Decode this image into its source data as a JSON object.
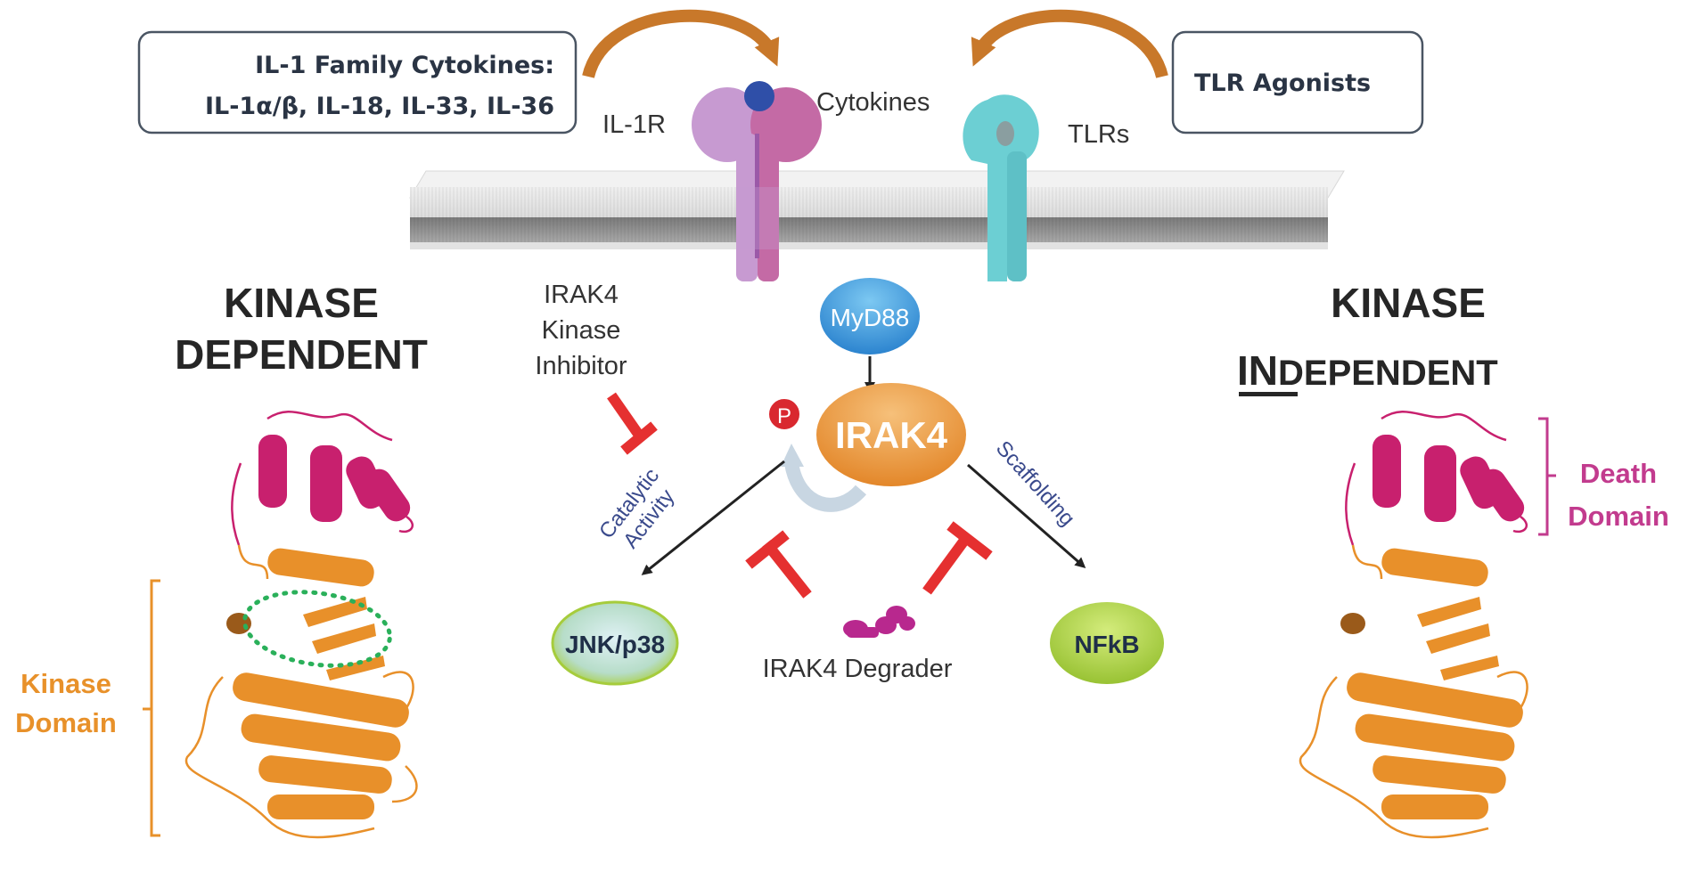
{
  "figure": {
    "title": "IRAK4 signaling: kinase dependent vs kinase independent functions",
    "ligand_boxes": {
      "il1_family": {
        "line1": "IL-1 Family Cytokines:",
        "line2": "IL-1α/β, IL-18, IL-33, IL-36"
      },
      "tlr_agonists": {
        "label": "TLR Agonists"
      }
    },
    "receptors": {
      "il1r": {
        "label": "IL-1R"
      },
      "cytokines": {
        "label": "Cytokines"
      },
      "tlrs": {
        "label": "TLRs"
      }
    },
    "nodes": {
      "myd88": {
        "label": "MyD88",
        "color": "#3a9ad9"
      },
      "irak4": {
        "label": "IRAK4",
        "color": "#e8952f"
      },
      "phospho": {
        "label": "P",
        "color": "#d9282f"
      },
      "jnk": {
        "label": "JNK/p38",
        "color": "#b5d98a"
      },
      "nfkb": {
        "label": "NFkB",
        "color": "#9cc43a"
      }
    },
    "pathway_labels": {
      "catalytic": {
        "line1": "Catalytic",
        "line2": "Activity"
      },
      "scaffolding": "Scaffolding"
    },
    "inhibitors": {
      "kinase_inhibitor": {
        "line1": "IRAK4",
        "line2": "Kinase",
        "line3": "Inhibitor"
      },
      "degrader": "IRAK4 Degrader",
      "inhibit_color": "#e53030"
    },
    "sections": {
      "left": {
        "line1": "KINASE",
        "line2": "DEPENDENT"
      },
      "right": {
        "line1": "KINASE",
        "line2_underlined": "IN",
        "line2_rest": "DEPENDENT"
      }
    },
    "domains": {
      "kinase": {
        "line1": "Kinase",
        "line2": "Domain",
        "color": "#e8912a"
      },
      "death": {
        "line1": "Death",
        "line2": "Domain",
        "color": "#c23b8e"
      }
    },
    "colors": {
      "arrow_orange": "#c8782a",
      "membrane_light": "#e6e6e6",
      "membrane_dark": "#8a8a8a",
      "il1r_left": "#c79ad1",
      "il1r_right": "#c46aa5",
      "tlr": "#6ccfd3",
      "cytokine": "#2f4fa8",
      "protein_orange": "#e8902a",
      "protein_pink": "#c8206e",
      "atp_pocket": "#2ab05a"
    }
  }
}
